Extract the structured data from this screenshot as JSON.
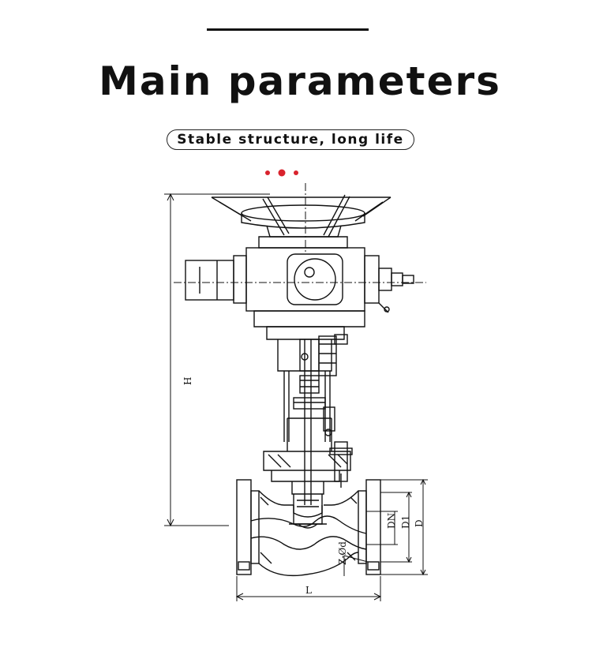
{
  "header": {
    "title": "Main parameters",
    "subtitle": "Stable structure, long life"
  },
  "colors": {
    "accent_dots": "#d9232d",
    "line": "#111111"
  },
  "diagram": {
    "labels": {
      "height": "H",
      "length": "L",
      "nominal_diameter": "DN",
      "bolt_circle_diameter": "D1",
      "flange_diameter": "D",
      "bolt_holes": "Z-Ød"
    }
  }
}
